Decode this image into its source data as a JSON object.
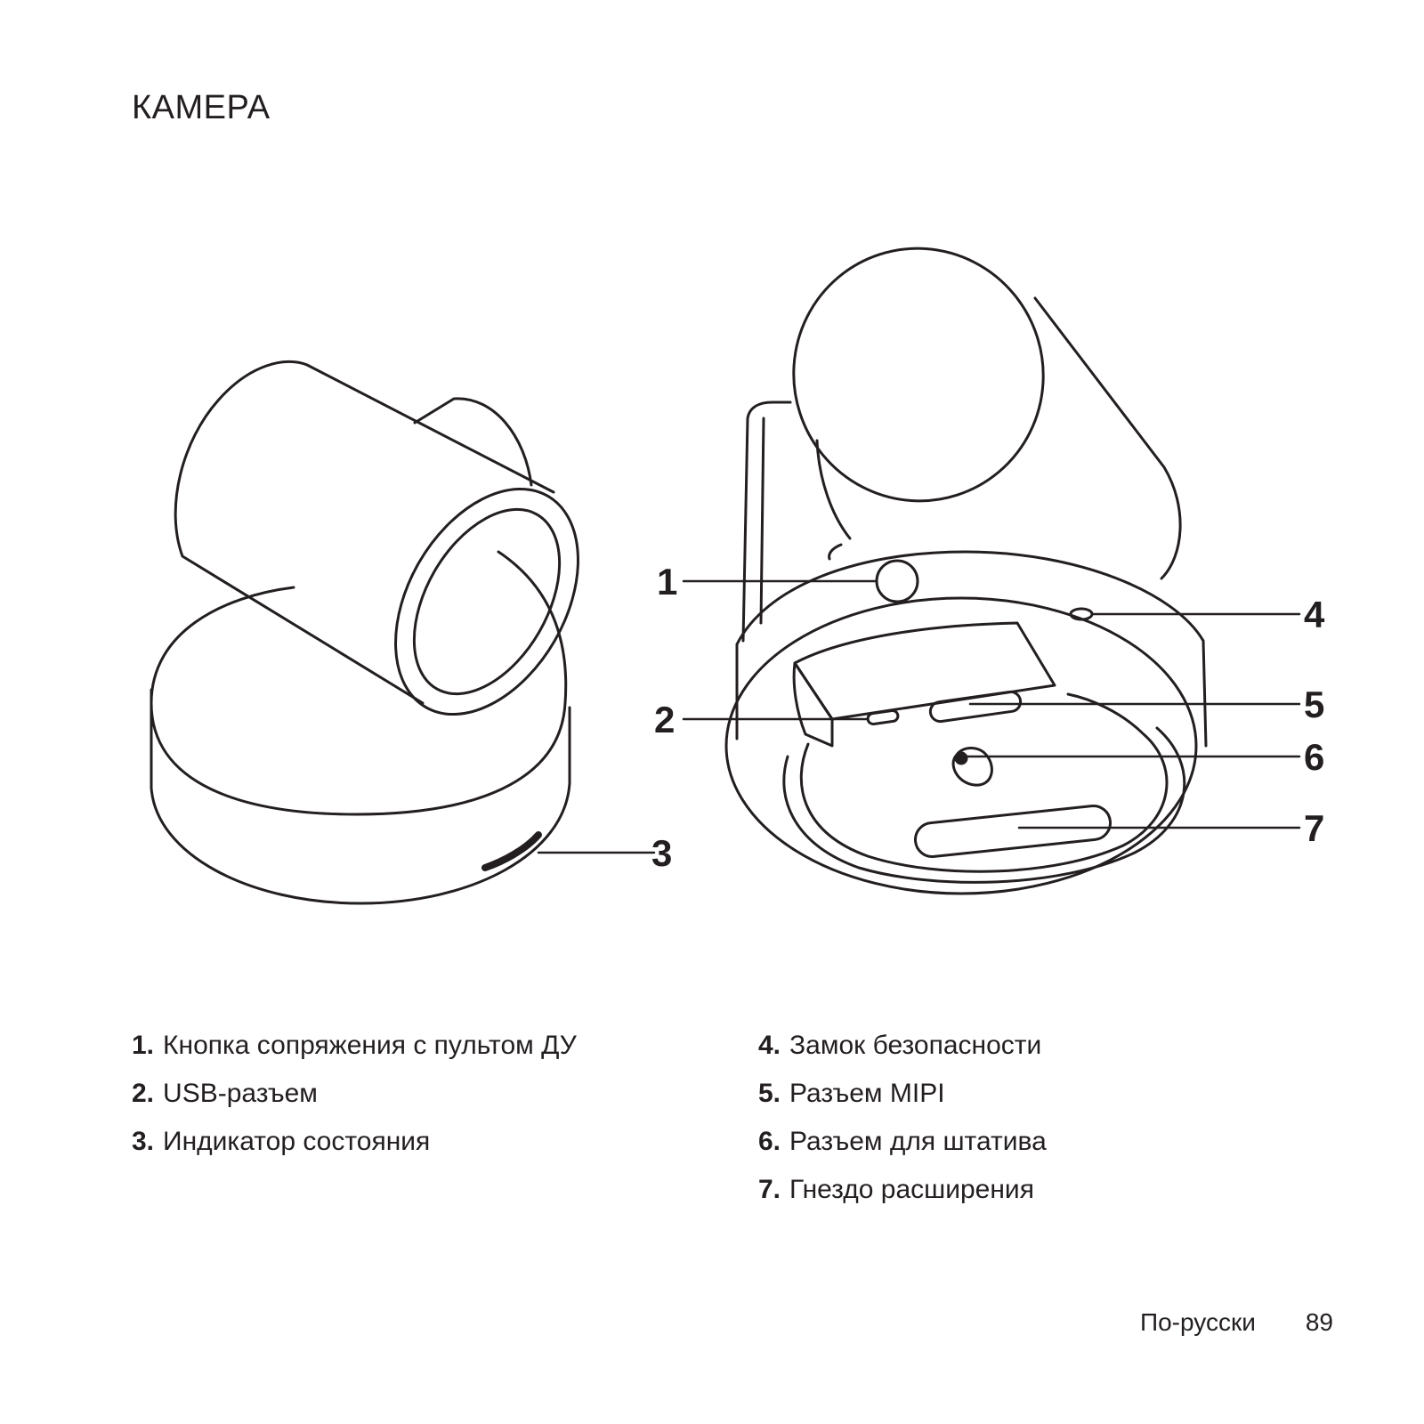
{
  "page": {
    "title": "КАМЕРА",
    "language": "По-русски",
    "number": "89"
  },
  "callouts": [
    "1",
    "2",
    "3",
    "4",
    "5",
    "6",
    "7"
  ],
  "legend": {
    "left": [
      {
        "num": "1.",
        "text": "Кнопка сопряжения с пультом ДУ"
      },
      {
        "num": "2.",
        "text": "USB-разъем"
      },
      {
        "num": "3.",
        "text": "Индикатор состояния"
      }
    ],
    "right": [
      {
        "num": "4.",
        "text": "Замок безопасности"
      },
      {
        "num": "5.",
        "text": "Разъем MIPI"
      },
      {
        "num": "6.",
        "text": "Разъем для штатива"
      },
      {
        "num": "7.",
        "text": "Гнездо расширения"
      }
    ]
  },
  "colors": {
    "ink": "#231f20",
    "background": "#ffffff"
  }
}
